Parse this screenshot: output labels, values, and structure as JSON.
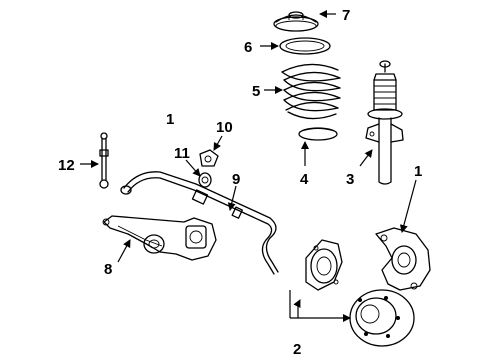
{
  "diagram": {
    "callouts": [
      {
        "id": "c1a",
        "text": "1"
      },
      {
        "id": "c1b",
        "text": "1"
      },
      {
        "id": "c2",
        "text": "2"
      },
      {
        "id": "c3",
        "text": "3"
      },
      {
        "id": "c4",
        "text": "4"
      },
      {
        "id": "c5",
        "text": "5"
      },
      {
        "id": "c6",
        "text": "6"
      },
      {
        "id": "c7",
        "text": "7"
      },
      {
        "id": "c8",
        "text": "8"
      },
      {
        "id": "c9",
        "text": "9"
      },
      {
        "id": "c10",
        "text": "10"
      },
      {
        "id": "c11",
        "text": "11"
      },
      {
        "id": "c12",
        "text": "12"
      }
    ]
  }
}
